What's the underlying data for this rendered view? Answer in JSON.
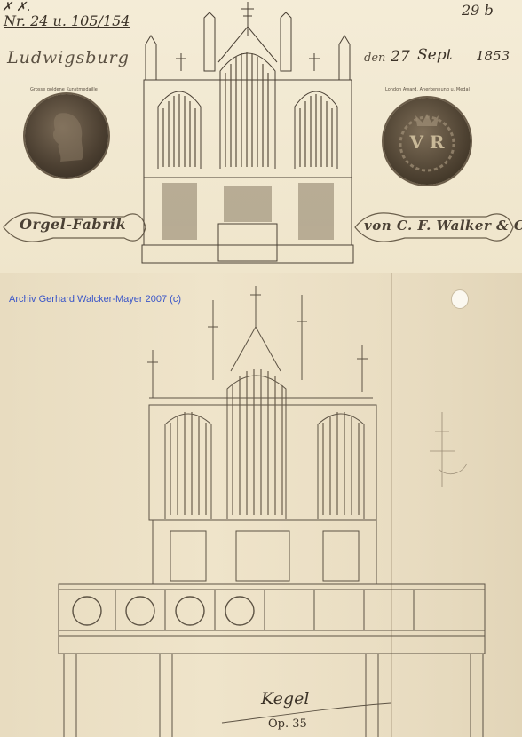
{
  "letterhead": {
    "ref_number": "Nr. 24 u. 105/154",
    "corner_number": "29 b",
    "place": "Ludwigsburg",
    "date_prefix": "den",
    "date_day": "27",
    "date_month": "Sept",
    "date_year": "1853",
    "company_left": "Orgel-Fabrik",
    "company_right": "von C. F. Walker & Co.",
    "medal_left_caption": "Grosse goldene Kunstmedaille",
    "medal_right_caption": "London Award. Anerkennung u. Medal",
    "medal_right_emblem": "V R"
  },
  "watermark": {
    "text": "Archiv Gerhard Walcker-Mayer 2007 (c)"
  },
  "drawing": {
    "signature": "Kegel",
    "opus": "Op. 35"
  },
  "colors": {
    "paper": "#efe5cb",
    "ink": "#3c3328",
    "watermark": "#3a55c8"
  }
}
